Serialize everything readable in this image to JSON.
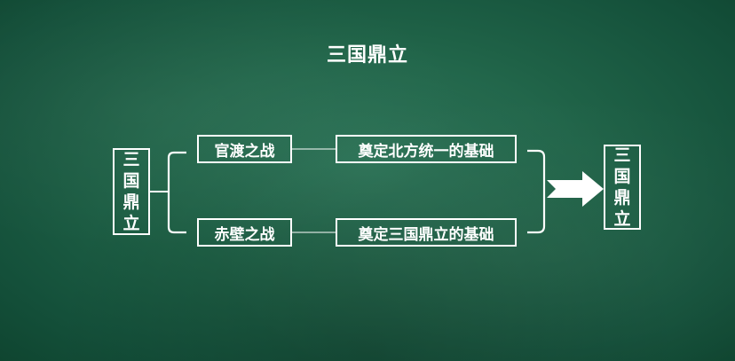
{
  "slide": {
    "title": "三国鼎立"
  },
  "diagram": {
    "left_box": {
      "chars": [
        "三",
        "国",
        "鼎",
        "立"
      ]
    },
    "battles": [
      {
        "name": "官渡之战",
        "result": "奠定北方统一的基础"
      },
      {
        "name": "赤壁之战",
        "result": "奠定三国鼎立的基础"
      }
    ],
    "right_box": {
      "chars": [
        "三",
        "国",
        "鼎",
        "立"
      ]
    }
  }
}
